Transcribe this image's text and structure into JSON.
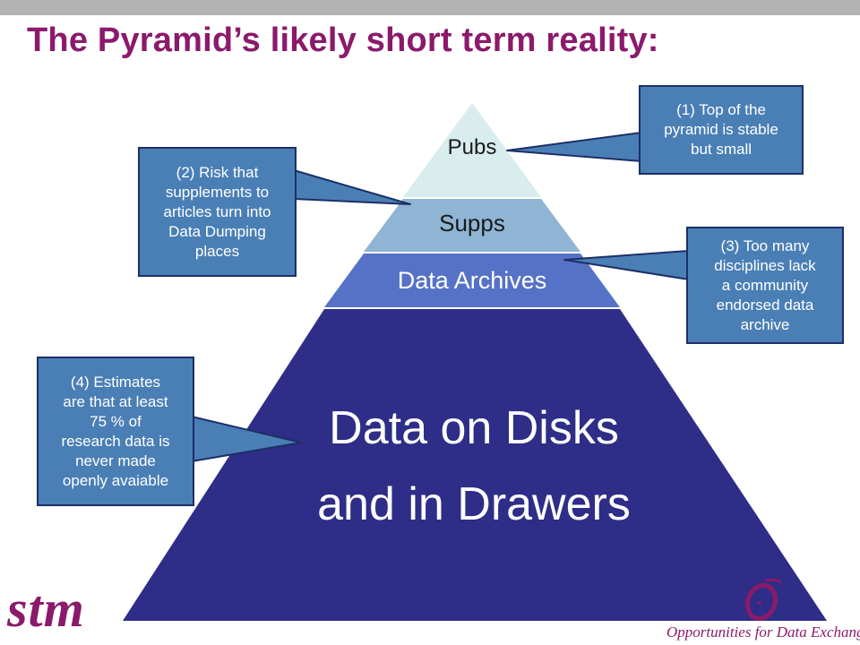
{
  "slide": {
    "title": "The Pyramid’s likely short term reality:"
  },
  "pyramid": {
    "tiers": [
      {
        "label": "Pubs",
        "color": "#d9ecee",
        "text_color": "#1a1a1a"
      },
      {
        "label": "Supps",
        "color": "#8fb4d4",
        "text_color": "#1a1a1a"
      },
      {
        "label": "Data Archives",
        "color": "#5672c6",
        "text_color": "#ffffff"
      },
      {
        "label_line1": "Data on Disks",
        "label_line2": "and in Drawers",
        "color": "#2e2d87",
        "text_color": "#ffffff"
      }
    ]
  },
  "callouts": [
    {
      "id": "1",
      "lines": [
        "(1) Top of the",
        "pyramid is stable",
        "but small"
      ]
    },
    {
      "id": "2",
      "lines": [
        "(2) Risk that",
        "supplements to",
        "articles turn into",
        "Data Dumping",
        "places"
      ]
    },
    {
      "id": "3",
      "lines": [
        "(3) Too many",
        "disciplines lack",
        "a community",
        "endorsed data",
        "archive"
      ]
    },
    {
      "id": "4",
      "lines": [
        "(4) Estimates",
        "are that at least",
        "75 % of",
        "research data is",
        "never made",
        "openly avaiable"
      ]
    }
  ],
  "colors": {
    "accent": "#8b1a6b",
    "callout_fill": "#4a7fb5",
    "callout_border": "#1c2f66"
  },
  "footer": {
    "left_logo": "stm",
    "right_logo_text": "Opportunities for Data Exchange"
  }
}
